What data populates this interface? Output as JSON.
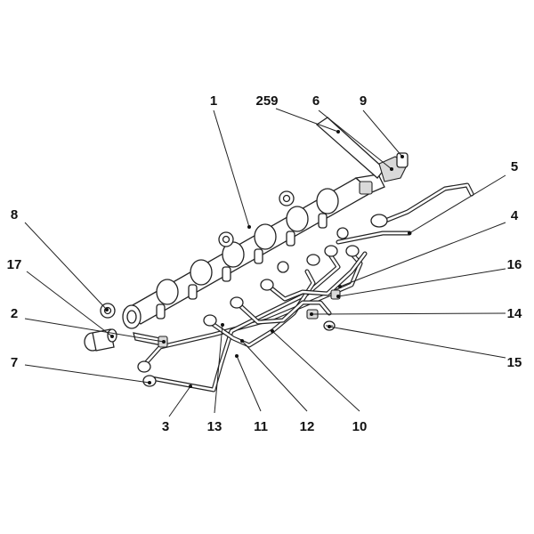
{
  "diagram": {
    "labels": {
      "l1": "1",
      "l259": "259",
      "l6": "6",
      "l9": "9",
      "l5": "5",
      "l4": "4",
      "l16": "16",
      "l14": "14",
      "l15": "15",
      "l8": "8",
      "l17": "17",
      "l2": "2",
      "l7": "7",
      "l3": "3",
      "l13": "13",
      "l11": "11",
      "l12": "12",
      "l10": "10"
    }
  }
}
